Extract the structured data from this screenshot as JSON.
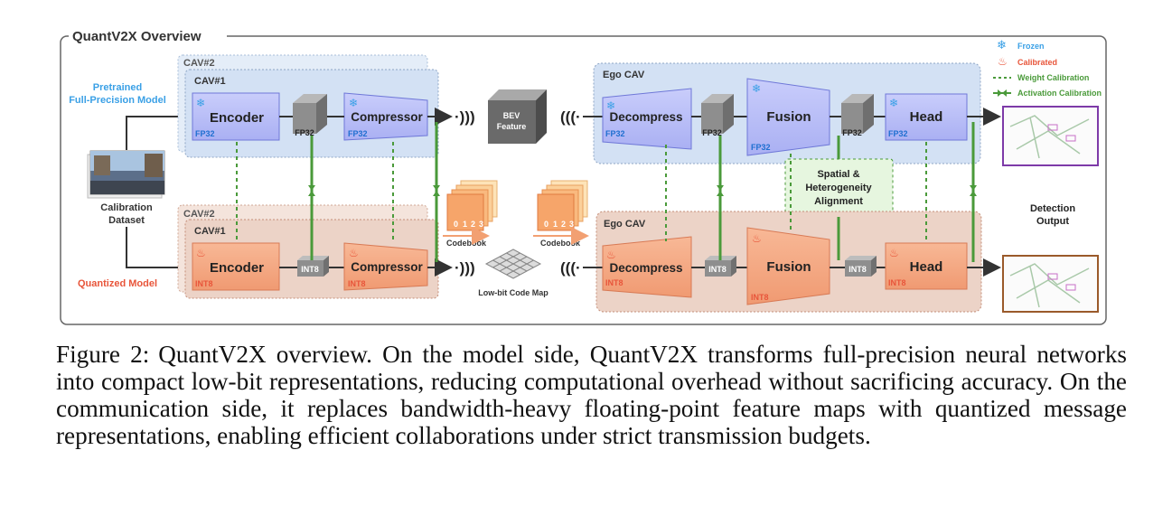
{
  "diagram": {
    "title": "QuantV2X Overview",
    "legend": {
      "frozen": "Frozen",
      "calibrated": "Calibrated",
      "weight_calibration": "Weight Calibration",
      "activation_calibration": "Activation Calibration",
      "colors": {
        "frozen": "#3aa0e6",
        "calibrated": "#e8553a",
        "calibration_line": "#4a9a3a"
      }
    },
    "left_labels": {
      "pretrained_line1": "Pretrained",
      "pretrained_line2": "Full-Precision Model",
      "calibration_line1": "Calibration",
      "calibration_line2": "Dataset",
      "quantized": "Quantized Model"
    },
    "top_row": {
      "cav2": "CAV#2",
      "cav1": "CAV#1",
      "encoder": "Encoder",
      "encoder_precision": "FP32",
      "mid_precision": "FP32",
      "compressor": "Compressor",
      "compressor_precision": "FP32",
      "bev_line1": "BEV",
      "bev_line2": "Feature",
      "ego": "Ego CAV",
      "decompress": "Decompress",
      "decompress_precision": "FP32",
      "mid2_precision": "FP32",
      "fusion": "Fusion",
      "fusion_precision": "FP32",
      "mid3_precision": "FP32",
      "head": "Head",
      "head_precision": "FP32"
    },
    "bottom_row": {
      "cav2": "CAV#2",
      "cav1": "CAV#1",
      "encoder": "Encoder",
      "encoder_precision": "INT8",
      "mid_precision": "INT8",
      "compressor": "Compressor",
      "compressor_precision": "INT8",
      "codebook_left": "Codebook",
      "codebook_right": "Codebook",
      "codebook_digits": [
        "0",
        "1",
        "2",
        "3"
      ],
      "code_map": "Low-bit Code Map",
      "ego": "Ego CAV",
      "decompress": "Decompress",
      "decompress_precision": "INT8",
      "mid2_precision": "INT8",
      "fusion": "Fusion",
      "fusion_precision": "INT8",
      "mid3_precision": "INT8",
      "head": "Head",
      "head_precision": "INT8"
    },
    "alignment_line1": "Spatial &",
    "alignment_line2": "Heterogeneity",
    "alignment_line3": "Alignment",
    "detection_line1": "Detection",
    "detection_line2": "Output"
  },
  "caption": {
    "label": "Figure 2:",
    "text": "QuantV2X overview. On the model side, QuantV2X transforms full-precision neural networks into compact low-bit representations, reducing computational overhead without sacrificing accuracy. On the communication side, it replaces bandwidth-heavy floating-point feature maps with quantized message representations, enabling efficient collaborations under strict transmission budgets."
  }
}
